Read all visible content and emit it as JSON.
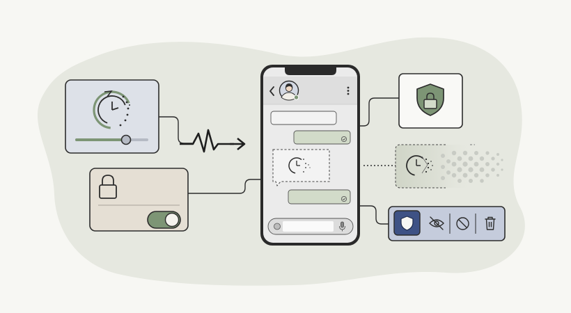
{
  "illustration": {
    "theme": "disappearing-messages",
    "icons": [
      "timer-icon",
      "duration-slider",
      "heartbeat-wave-icon",
      "arrow-right-icon",
      "lock-icon",
      "toggle-switch",
      "phone",
      "back-arrow-icon",
      "avatar",
      "online-status-dot",
      "more-vertical-icon",
      "message-bubble",
      "read-check-icon",
      "message-input",
      "microphone-icon",
      "shield-lock-icon",
      "dissolving-timer-icon",
      "shield-icon",
      "eye-off-icon",
      "block-icon",
      "trash-icon"
    ],
    "toggle_on": true,
    "slider_level": 0.66,
    "active_action": "shield-icon"
  },
  "colors": {
    "background": "#f7f7f3",
    "blob": "#e6e8e0",
    "accent_green": "#7d9575",
    "bubble_green": "#d2dbc9",
    "panel_blue": "#c5ccdc",
    "active_blue": "#3e5285",
    "panel_beige": "#e5dfd4",
    "stroke_dark": "#2c2c2c"
  }
}
